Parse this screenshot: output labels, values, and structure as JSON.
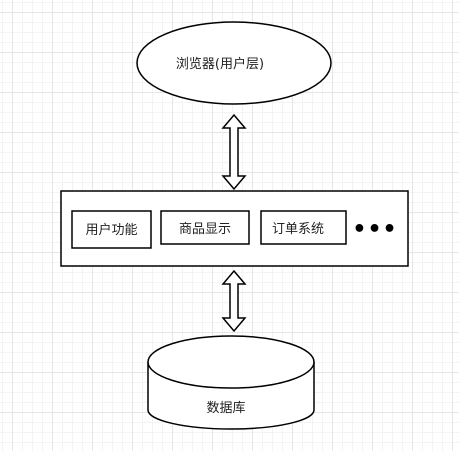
{
  "diagram": {
    "browser_label": "浏览器(用户层)",
    "modules": [
      {
        "label": "用户功能"
      },
      {
        "label": "商品显示"
      },
      {
        "label": "订单系统"
      }
    ],
    "more_label": "•••",
    "database_label": "数据库",
    "colors": {
      "stroke": "#000000",
      "fill": "#ffffff",
      "text": "#222222"
    }
  }
}
